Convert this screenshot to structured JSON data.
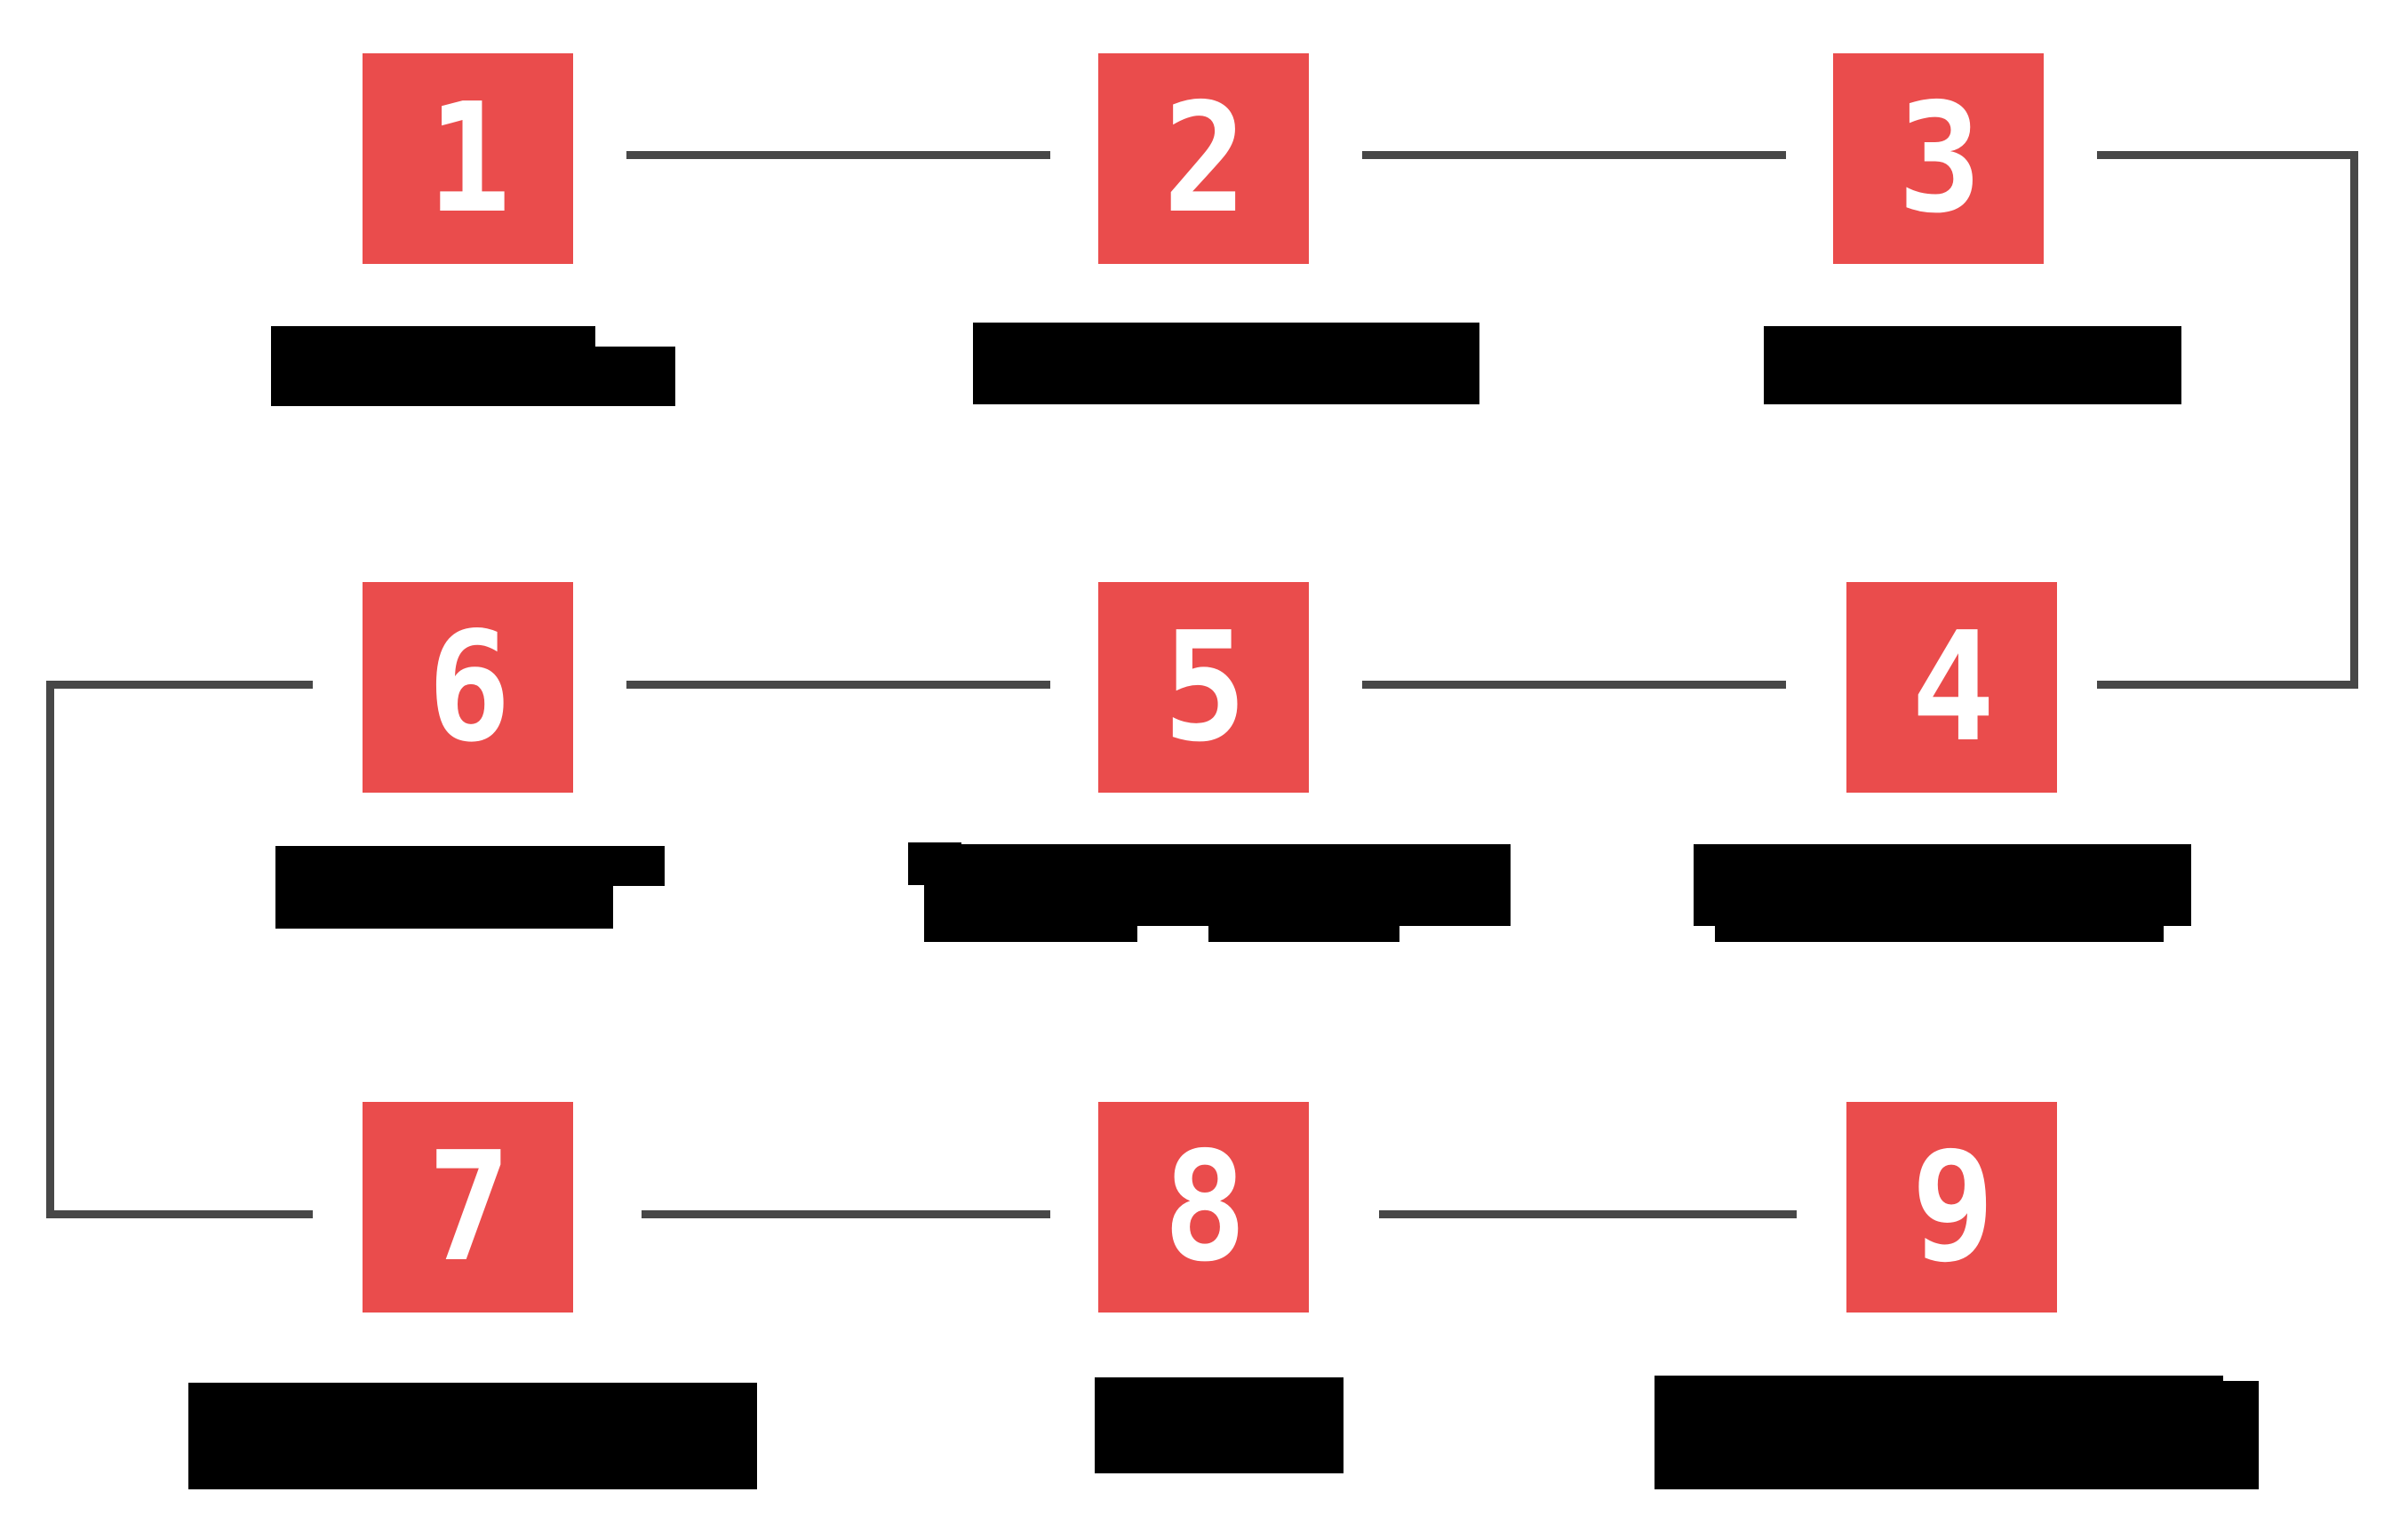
{
  "diagram": {
    "title": "Nine step numbered process flow",
    "layout": "3x3 serpentine",
    "colors": {
      "box_fill": "#ea4c4c",
      "number_text": "#ffffff",
      "connector": "#474747",
      "redaction": "#000000",
      "background": "#ffffff"
    },
    "steps": [
      {
        "number": "1",
        "caption": "",
        "row": 1,
        "col": 1
      },
      {
        "number": "2",
        "caption": "",
        "row": 1,
        "col": 2
      },
      {
        "number": "3",
        "caption": "",
        "row": 1,
        "col": 3
      },
      {
        "number": "4",
        "caption": "",
        "row": 2,
        "col": 3
      },
      {
        "number": "5",
        "caption": "",
        "row": 2,
        "col": 2
      },
      {
        "number": "6",
        "caption": "",
        "row": 2,
        "col": 1
      },
      {
        "number": "7",
        "caption": "",
        "row": 3,
        "col": 1
      },
      {
        "number": "8",
        "caption": "",
        "row": 3,
        "col": 2
      },
      {
        "number": "9",
        "caption": "",
        "row": 3,
        "col": 3
      }
    ],
    "connectors": [
      {
        "from": "1",
        "to": "2",
        "kind": "horizontal"
      },
      {
        "from": "2",
        "to": "3",
        "kind": "horizontal"
      },
      {
        "from": "3",
        "to": "4",
        "kind": "elbow-right"
      },
      {
        "from": "4",
        "to": "5",
        "kind": "horizontal"
      },
      {
        "from": "5",
        "to": "6",
        "kind": "horizontal"
      },
      {
        "from": "6",
        "to": "7",
        "kind": "elbow-left"
      },
      {
        "from": "7",
        "to": "8",
        "kind": "horizontal"
      },
      {
        "from": "8",
        "to": "9",
        "kind": "horizontal"
      }
    ],
    "captions_redacted": true
  }
}
